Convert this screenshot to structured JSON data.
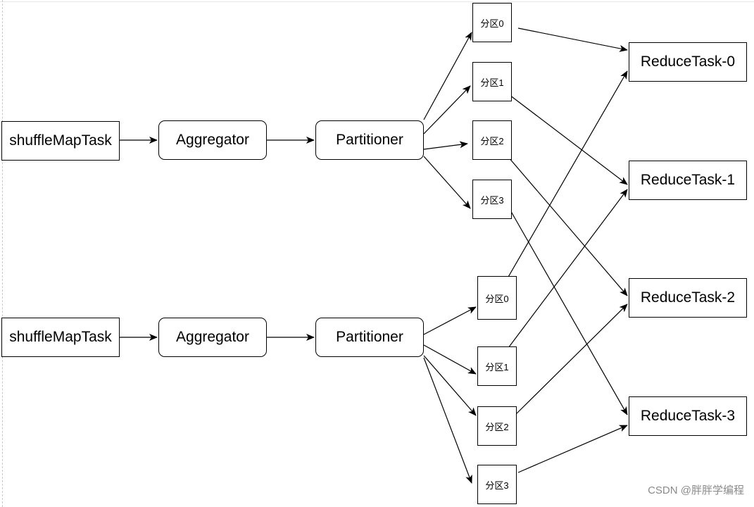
{
  "map_task_label": "shuffleMapTask",
  "aggregator_label": "Aggregator",
  "partitioner_label": "Partitioner",
  "partition_labels": [
    "分区0",
    "分区1",
    "分区2",
    "分区3"
  ],
  "reduce_labels": [
    "ReduceTask-0",
    "ReduceTask-1",
    "ReduceTask-2",
    "ReduceTask-3"
  ],
  "watermark": "CSDN @胖胖学编程"
}
